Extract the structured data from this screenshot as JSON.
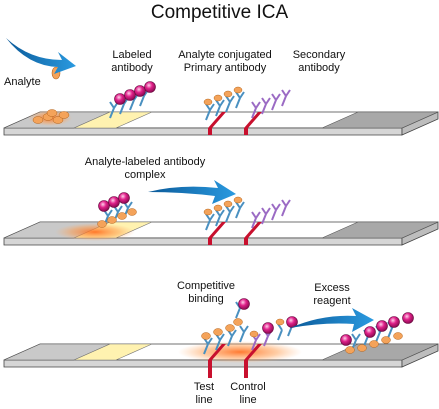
{
  "title": "Competitive ICA",
  "panel1": {
    "analyte_label": "Analyte",
    "labeled_antibody_label_line1": "Labeled",
    "labeled_antibody_label_line2": "antibody",
    "primary_antibody_label_line1": "Analyte conjugated",
    "primary_antibody_label_line2": "Primary antibody",
    "secondary_antibody_label_line1": "Secondary",
    "secondary_antibody_label_line2": "antibody"
  },
  "panel2": {
    "complex_label_line1": "Analyte-labeled antibody",
    "complex_label_line2": "complex"
  },
  "panel3": {
    "competitive_binding_line1": "Competitive",
    "competitive_binding_line2": "binding",
    "excess_reagent_line1": "Excess",
    "excess_reagent_line2": "reagent",
    "test_line_line1": "Test",
    "test_line_line2": "line",
    "control_line_line1": "Control",
    "control_line_line2": "line"
  },
  "colors": {
    "strip_top": "#ffffff",
    "strip_side": "#d9d9d9",
    "sample_pad": "#c9c9c9",
    "conjugate_pad": "#fff2b0",
    "absorbent_pad": "#a8a8a8",
    "line_red": "#c8102e",
    "arrow_blue": "#1f7fc4",
    "gold_particle": "#e0218a",
    "antibody_blue": "#4a90c0",
    "secondary_purple": "#9b6bc4",
    "analyte_orange": "#f4a35a",
    "glow_orange": "#ff7a2e"
  }
}
